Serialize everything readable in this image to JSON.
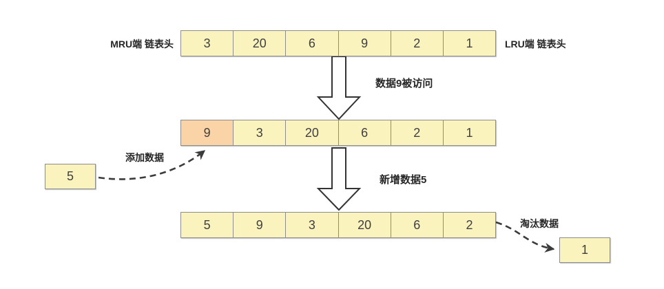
{
  "diagram": {
    "title_context": "LRU cache linked list update diagram",
    "labels": {
      "mru": "MRU端 链表头",
      "lru": "LRU端 链表头",
      "step1": "数据9被访问",
      "step2": "新增数据5",
      "add": "添加数据",
      "evict": "淘汰数据"
    },
    "rows": {
      "state1": {
        "cells": [
          "3",
          "20",
          "6",
          "9",
          "2",
          "1"
        ]
      },
      "state2": {
        "cells": [
          "9",
          "3",
          "20",
          "6",
          "2",
          "1"
        ],
        "highlighted_cell": "9"
      },
      "state3": {
        "cells": [
          "5",
          "9",
          "3",
          "20",
          "6",
          "2"
        ]
      }
    },
    "boxes": {
      "add": "5",
      "evict": "1"
    },
    "colors": {
      "cell_fill": "#FBF3BE",
      "highlight_fill": "#FAD3A6",
      "cell_border": "#8C8C8C",
      "number_text": "#3F3F3F",
      "label_text": "#262626",
      "block_arrow_outline": "#333333",
      "dashed_arrow": "#3B3B3B",
      "background": "#FFFFFF"
    }
  }
}
